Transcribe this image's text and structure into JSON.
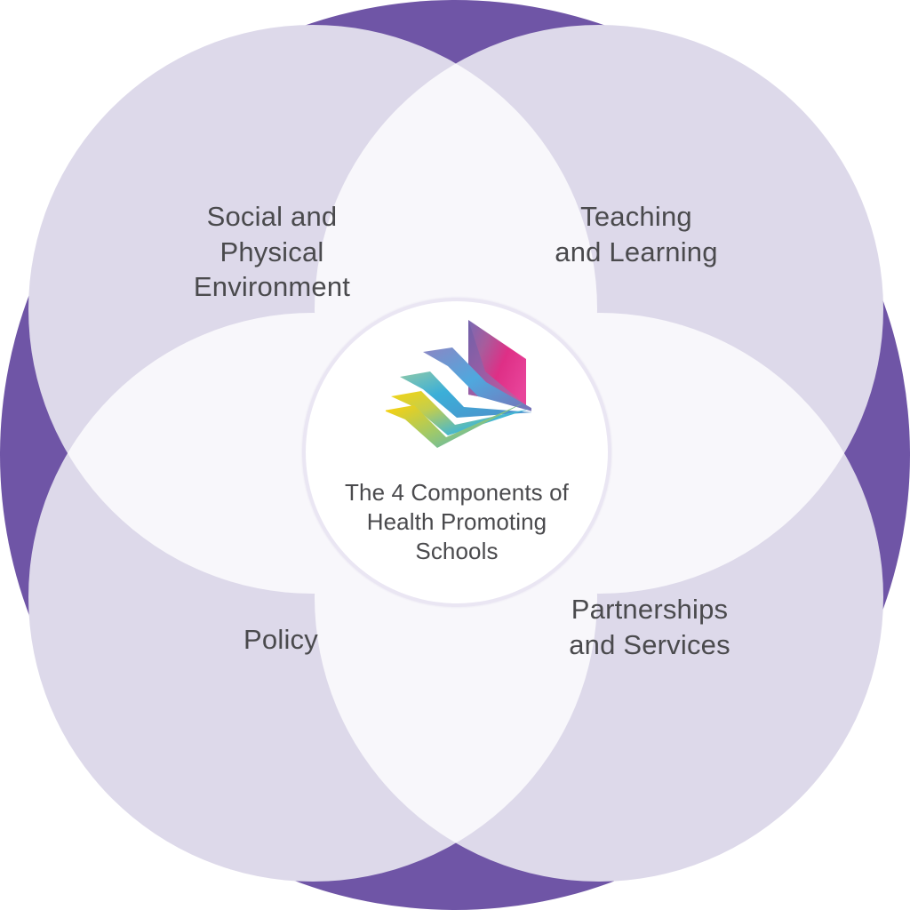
{
  "diagram": {
    "title": "The 4 Components of Health Promoting Schools",
    "type": "venn-four-petal",
    "center": {
      "title": "The 4 Components of\nHealth Promoting\nSchools",
      "logo_name": "fanned-book-logo"
    },
    "components": [
      {
        "id": "social-physical-environment",
        "label": "Social and\nPhysical\nEnvironment",
        "position": "top-left"
      },
      {
        "id": "teaching-and-learning",
        "label": "Teaching\nand Learning",
        "position": "top-right"
      },
      {
        "id": "policy",
        "label": "Policy",
        "position": "bottom-left"
      },
      {
        "id": "partnerships-and-services",
        "label": "Partnerships\nand Services",
        "position": "bottom-right"
      }
    ],
    "colors": {
      "outer_circle": "#6F55A6",
      "petal_fill": "#DDD9EA",
      "petal_overlap": "#F8F7FB",
      "center_disc": "#FFFFFF",
      "center_ring": "#E3DFEE",
      "text": "#4A4A4D",
      "background": "#FFFFFF"
    },
    "logo_colors": {
      "magenta": "#E5308C",
      "violet": "#8A5FA8",
      "blue": "#29A8E0",
      "cyan": "#2BB9E0",
      "green": "#8CC63F",
      "teal": "#74C3B0",
      "yellow": "#F5D412"
    }
  },
  "chart_data": {
    "type": "pie",
    "title": "The 4 Components of Health Promoting Schools",
    "categories": [
      "Social and Physical Environment",
      "Teaching and Learning",
      "Policy",
      "Partnerships and Services"
    ],
    "values": [
      25,
      25,
      25,
      25
    ],
    "legend_position": "inline",
    "grid": false
  }
}
